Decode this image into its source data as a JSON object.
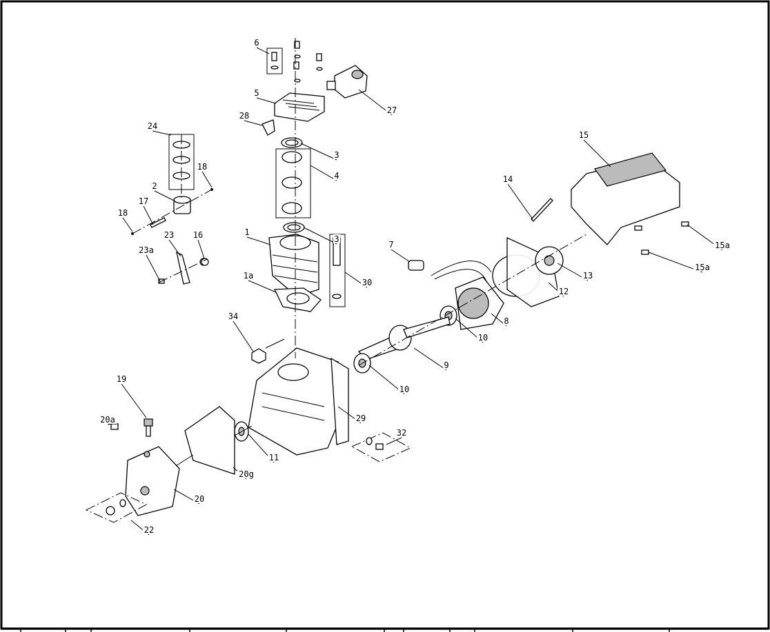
{
  "diagram": {
    "type": "exploded-parts-diagram",
    "callouts": [
      "6",
      "5",
      "27",
      "28",
      "24",
      "18",
      "2",
      "17",
      "18",
      "3",
      "4",
      "3",
      "1",
      "30",
      "1a",
      "23a",
      "23",
      "16",
      "7",
      "14",
      "15",
      "15a",
      "15a",
      "13",
      "12",
      "8",
      "10",
      "9",
      "10",
      "34",
      "19",
      "20a",
      "29",
      "32",
      "11",
      "20g",
      "20",
      "22"
    ]
  }
}
